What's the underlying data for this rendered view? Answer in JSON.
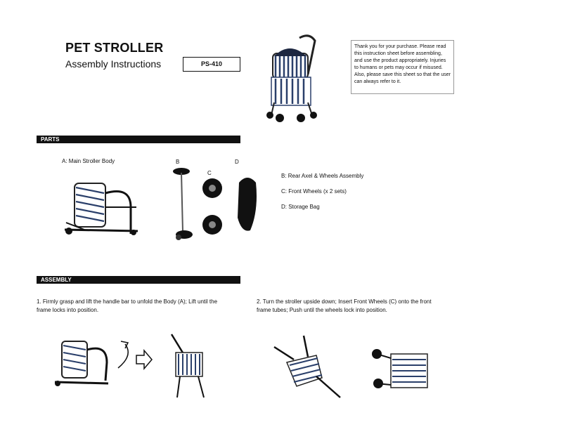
{
  "header": {
    "title": "PET STROLLER",
    "subtitle": "Assembly Instructions",
    "model": "PS-410"
  },
  "notice": "Thank you for your purchase. Please read this instruction sheet before assembling, and use the product appropriately. Injuries to humans or pets may occur if misused. Also, please save this sheet so that the user can always refer to it.",
  "parts": {
    "heading": "PARTS",
    "a_label": "A:   Main Stroller Body",
    "b_mark": "B",
    "c_mark": "C",
    "d_mark": "D",
    "list": [
      "B:    Rear Axel & Wheels Assembly",
      "C:    Front Wheels  (x 2 sets)",
      "D:    Storage Bag"
    ]
  },
  "assembly": {
    "heading": "ASSEMBLY",
    "step1": "1. Firmly grasp and lift the handle bar to unfold the Body (A);  Lift until the frame locks into position.",
    "step2": "2. Turn the stroller upside down;  Insert Front Wheels (C) onto the front frame tubes;  Push until the wheels lock into position."
  }
}
